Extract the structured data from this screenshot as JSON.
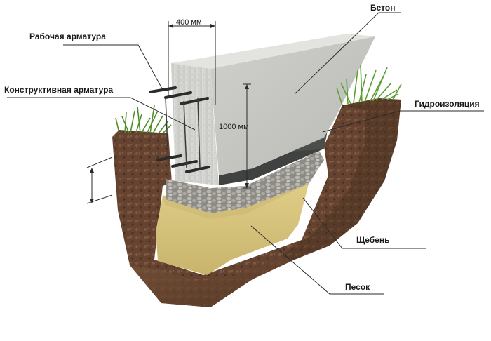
{
  "labels": {
    "working_rebar": "Рабочая арматура",
    "structural_rebar": "Конструктивная арматура",
    "concrete": "Бетон",
    "waterproofing": "Гидроизоляция",
    "crushed_stone": "Щебень",
    "sand": "Песок"
  },
  "dimensions": {
    "width": "400 мм",
    "height": "1000 мм"
  },
  "colors": {
    "concrete": "#d4d5d1",
    "waterproofing": "#3f4240",
    "crushed_stone": "#9b9a94",
    "sand": "#d8c57e",
    "soil": "#6b4a33",
    "grass": "#4f8f2a",
    "rebar": "#2b2b2b"
  }
}
